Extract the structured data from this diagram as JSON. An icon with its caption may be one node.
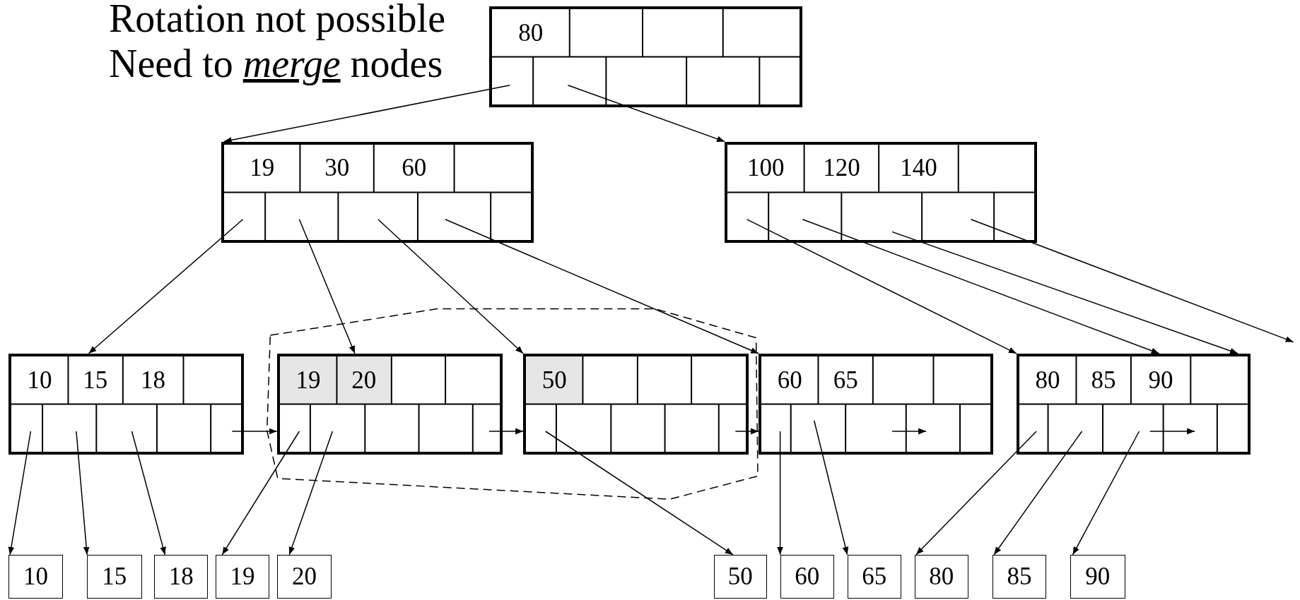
{
  "diagram": {
    "nodes": [
      {
        "text": [
          "80"
        ]
      },
      {
        "text": [
          "19",
          "30",
          "60"
        ]
      },
      {
        "text": [
          "100",
          "120",
          "140"
        ]
      },
      {
        "text": [
          "10",
          "15",
          "18"
        ]
      },
      {
        "text": [
          "19",
          "20"
        ]
      },
      {
        "text": [
          "50"
        ]
      },
      {
        "text": [
          "60",
          "65"
        ]
      },
      {
        "text": [
          "80",
          "85",
          "90"
        ]
      },
      {
        "text": [
          "10"
        ]
      },
      {
        "text": [
          "15"
        ]
      },
      {
        "text": [
          "18"
        ]
      },
      {
        "text": [
          "19"
        ]
      },
      {
        "text": [
          "20"
        ]
      },
      {
        "text": [
          "50"
        ]
      },
      {
        "text": [
          "60"
        ]
      },
      {
        "text": [
          "65"
        ]
      },
      {
        "text": [
          "80"
        ]
      },
      {
        "text": [
          "85"
        ]
      },
      {
        "text": [
          "90"
        ]
      }
    ],
    "edges": [
      {
        "from": 0,
        "to": 1,
        "arrow": "to"
      },
      {
        "from": 0,
        "to": 2,
        "arrow": "to"
      },
      {
        "from": 1,
        "to": 3,
        "arrow": "to"
      },
      {
        "from": 1,
        "to": 4,
        "arrow": "to"
      },
      {
        "from": 1,
        "to": 5,
        "arrow": "to"
      },
      {
        "from": 1,
        "to": 6,
        "arrow": "to"
      },
      {
        "from": 2,
        "to": 7,
        "arrow": "to"
      },
      {
        "from": 2,
        "to": 7,
        "arrow": "to"
      },
      {
        "from": 2,
        "to": 7,
        "arrow": "to"
      },
      {
        "from": 2,
        "to": null,
        "arrow": "to"
      },
      {
        "from": 3,
        "to": 4,
        "arrow": "to"
      },
      {
        "from": 4,
        "to": 5,
        "arrow": "to"
      },
      {
        "from": 5,
        "to": 6,
        "arrow": "to"
      },
      {
        "from": null,
        "to": 6,
        "arrow": "to"
      },
      {
        "from": null,
        "to": 7,
        "arrow": "to"
      },
      {
        "from": 3,
        "to": 8,
        "arrow": "to"
      },
      {
        "from": 3,
        "to": 9,
        "arrow": "to"
      },
      {
        "from": 3,
        "to": 10,
        "arrow": "to"
      },
      {
        "from": 4,
        "to": 11,
        "arrow": "to"
      },
      {
        "from": 4,
        "to": 12,
        "arrow": "to"
      },
      {
        "from": 5,
        "to": 13,
        "arrow": "to"
      },
      {
        "from": 6,
        "to": 14,
        "arrow": "to"
      },
      {
        "from": 6,
        "to": 15,
        "arrow": "to"
      },
      {
        "from": 7,
        "to": 16,
        "arrow": "to"
      },
      {
        "from": 7,
        "to": 17,
        "arrow": "to"
      },
      {
        "from": 7,
        "to": 18,
        "arrow": "to"
      }
    ],
    "labels": [
      "Rotation not possible",
      "Need to *merge* nodes"
    ]
  }
}
